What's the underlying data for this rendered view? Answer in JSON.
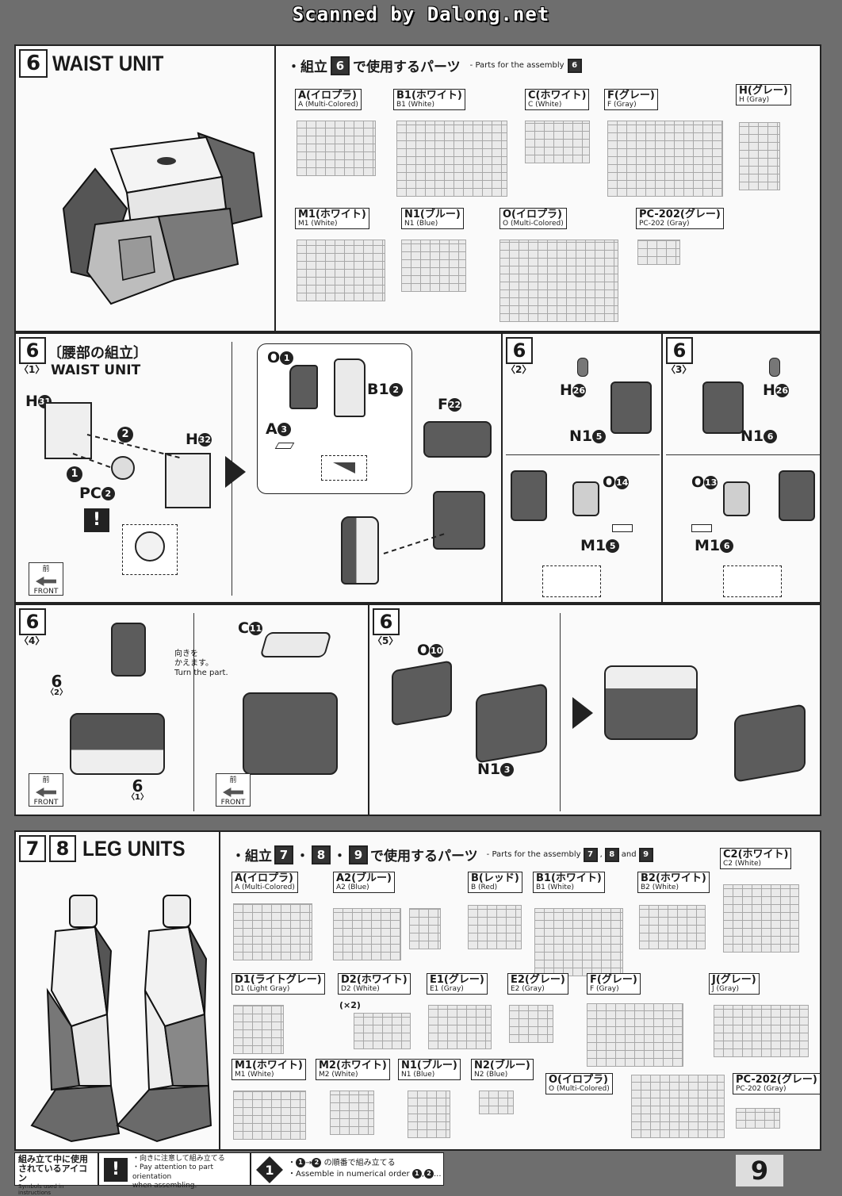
{
  "watermark": "Scanned by Dalong.net",
  "waist_header": {
    "step": "6",
    "title": "WAIST UNIT"
  },
  "waist_parts": {
    "heading_jp_pre": "・組立",
    "heading_step": "6",
    "heading_jp_post": "で使用するパーツ",
    "heading_en": "- Parts for the assembly",
    "runners": [
      {
        "jp": "A(イロプラ)",
        "en": "A (Multi-Colored)"
      },
      {
        "jp": "B1(ホワイト)",
        "en": "B1 (White)"
      },
      {
        "jp": "C(ホワイト)",
        "en": "C (White)"
      },
      {
        "jp": "F(グレー)",
        "en": "F (Gray)"
      },
      {
        "jp": "H(グレー)",
        "en": "H (Gray)"
      },
      {
        "jp": "M1(ホワイト)",
        "en": "M1 (White)"
      },
      {
        "jp": "N1(ブルー)",
        "en": "N1 (Blue)"
      },
      {
        "jp": "O(イロプラ)",
        "en": "O (Multi-Colored)"
      },
      {
        "jp": "PC-202(グレー)",
        "en": "PC-202 (Gray)"
      }
    ]
  },
  "step6_1": {
    "step": "6",
    "sub": "〈1〉",
    "jp_title": "〔腰部の組立〕",
    "en_title": "WAIST UNIT",
    "labels": {
      "h31": "H",
      "h31n": "31",
      "h32": "H",
      "h32n": "32",
      "pc2": "PC",
      "pc2n": "2",
      "o1": "O",
      "o1n": "1",
      "b12": "B1",
      "b12n": "2",
      "a3": "A",
      "a3n": "3",
      "f22": "F",
      "f22n": "22"
    },
    "order": [
      "1",
      "2"
    ]
  },
  "step6_2": {
    "step": "6",
    "sub": "〈2〉",
    "labels": {
      "h26": "H",
      "h26n": "26",
      "n15": "N1",
      "n15n": "5",
      "o14": "O",
      "o14n": "14",
      "m15": "M1",
      "m15n": "5"
    }
  },
  "step6_3": {
    "step": "6",
    "sub": "〈3〉",
    "labels": {
      "h26": "H",
      "h26n": "26",
      "n16": "N1",
      "n16n": "6",
      "o13": "O",
      "o13n": "13",
      "m16": "M1",
      "m16n": "6"
    }
  },
  "step6_4": {
    "step": "6",
    "sub": "〈4〉",
    "ref_top": "6",
    "ref_top_sub": "〈2〉",
    "ref_bot": "6",
    "ref_bot_sub": "〈1〉",
    "c11": "C",
    "c11n": "11",
    "turn_jp_1": "向きを",
    "turn_jp_2": "かえます。",
    "turn_en": "Turn the part."
  },
  "step6_5": {
    "step": "6",
    "sub": "〈5〉",
    "o10": "O",
    "o10n": "10",
    "n13": "N1",
    "n13n": "3"
  },
  "front": {
    "jp": "前",
    "en": "FRONT"
  },
  "leg_header": {
    "step_a": "7",
    "step_b": "8",
    "title": "LEG UNITS"
  },
  "leg_parts": {
    "heading_jp_pre": "・組立",
    "steps": [
      "7",
      "8",
      "9"
    ],
    "heading_jp_post": "で使用するパーツ",
    "heading_en": "- Parts for the assembly",
    "heading_en_and": "and",
    "runners": [
      {
        "jp": "A(イロプラ)",
        "en": "A (Multi-Colored)"
      },
      {
        "jp": "A2(ブルー)",
        "en": "A2 (Blue)"
      },
      {
        "jp": "B(レッド)",
        "en": "B (Red)"
      },
      {
        "jp": "B1(ホワイト)",
        "en": "B1 (White)"
      },
      {
        "jp": "B2(ホワイト)",
        "en": "B2 (White)"
      },
      {
        "jp": "C2(ホワイト)",
        "en": "C2 (White)"
      },
      {
        "jp": "D1(ライトグレー)",
        "en": "D1 (Light Gray)"
      },
      {
        "jp": "D2(ホワイト)",
        "en": "D2 (White)"
      },
      {
        "jp": "E1(グレー)",
        "en": "E1 (Gray)"
      },
      {
        "jp": "E2(グレー)",
        "en": "E2 (Gray)"
      },
      {
        "jp": "F(グレー)",
        "en": "F (Gray)"
      },
      {
        "jp": "J(グレー)",
        "en": "J (Gray)"
      },
      {
        "jp": "M1(ホワイト)",
        "en": "M1 (White)"
      },
      {
        "jp": "M2(ホワイト)",
        "en": "M2 (White)"
      },
      {
        "jp": "N1(ブルー)",
        "en": "N1 (Blue)"
      },
      {
        "jp": "N2(ブルー)",
        "en": "N2 (Blue)"
      },
      {
        "jp": "O(イロプラ)",
        "en": "O (Multi-Colored)"
      },
      {
        "jp": "PC-202(グレー)",
        "en": "PC-202 (Gray)"
      }
    ],
    "d2_qty": "(×2)"
  },
  "footer": {
    "icons_jp_1": "組み立て中に使用",
    "icons_jp_2": "されているアイコン",
    "icons_en": "Symbols used in instructions",
    "attention_jp": "・向きに注意して組み立てる",
    "attention_en_1": "・Pay attention to part orientation",
    "attention_en_2": "when assembling.",
    "order_jp": "の順番で組み立てる",
    "order_en": "・Assemble in numerical order",
    "page": "9"
  }
}
